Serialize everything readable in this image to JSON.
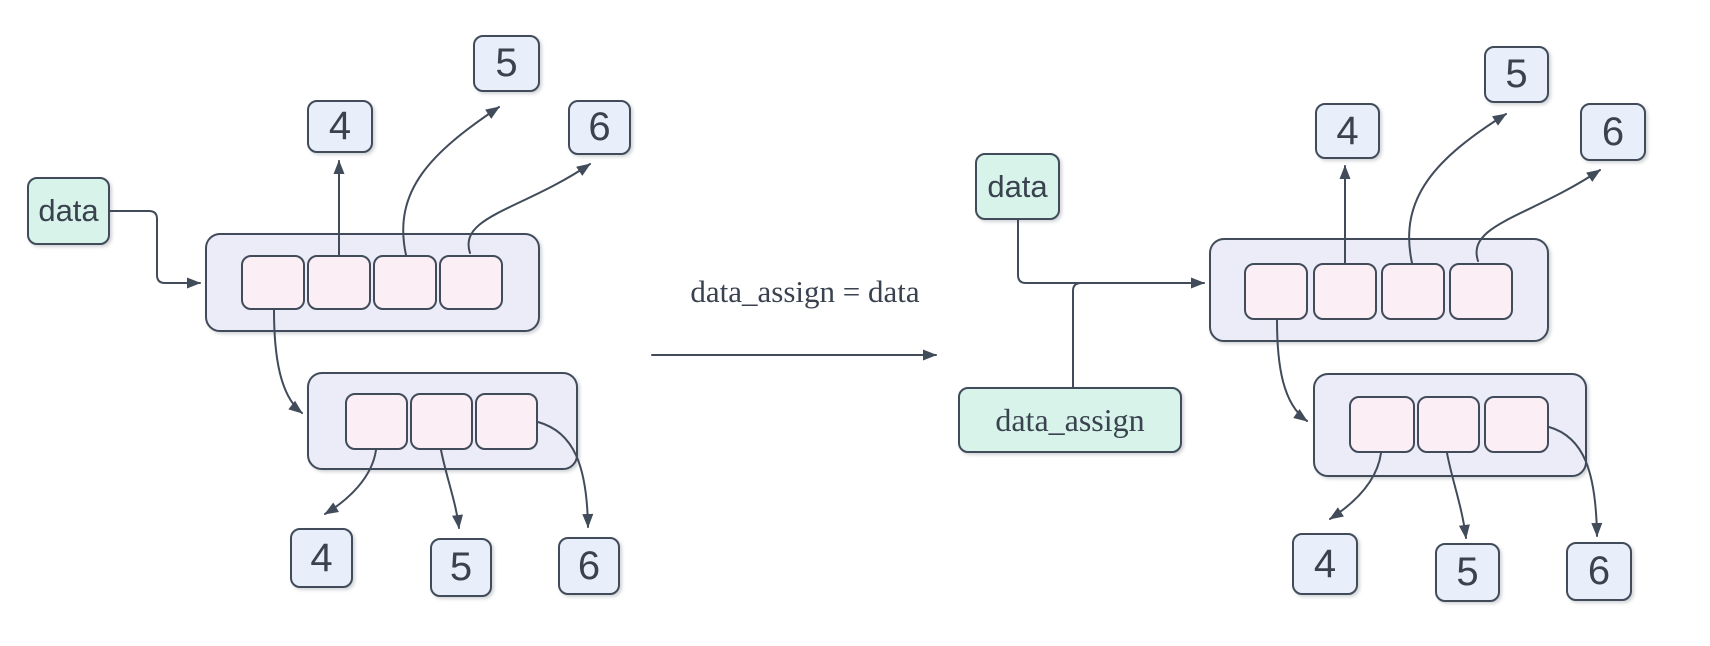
{
  "transition": {
    "label": "data_assign = data"
  },
  "left": {
    "variable_label": "data",
    "top_values": [
      "4",
      "5",
      "6"
    ],
    "bottom_values": [
      "4",
      "5",
      "6"
    ]
  },
  "right": {
    "variable_label": "data",
    "assign_variable_label": "data_assign",
    "top_values": [
      "4",
      "5",
      "6"
    ],
    "bottom_values": [
      "4",
      "5",
      "6"
    ]
  },
  "structure": {
    "outer_list_cell_count": 4,
    "nested_list_cell_count": 3
  },
  "colors": {
    "variable_fill": "#d7f3ea",
    "list_fill": "#ececf9",
    "cell_fill": "#fbeff5",
    "value_fill": "#e8effb",
    "stroke": "#414b5a",
    "text": "#39424e",
    "background": "#ffffff"
  }
}
